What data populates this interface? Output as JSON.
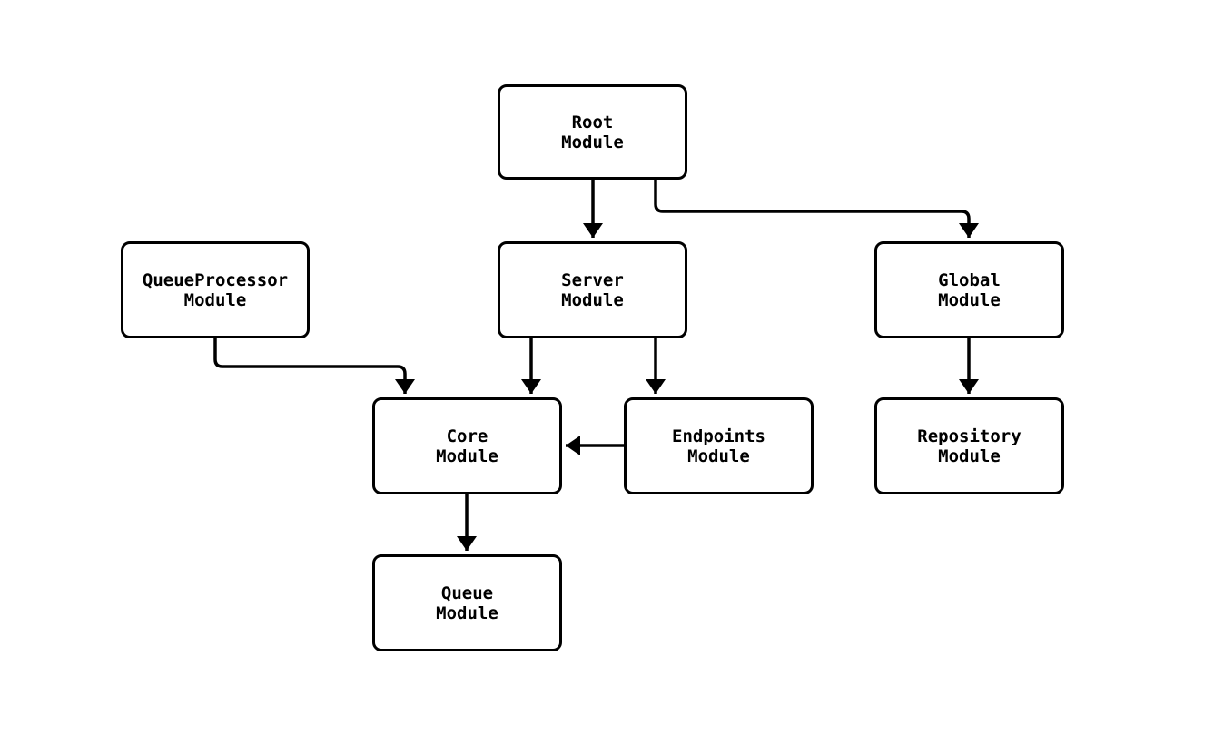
{
  "diagram": {
    "type": "module-dependency-graph",
    "colors": {
      "background": "#ffffff",
      "node_fill": "#ffffff",
      "stroke": "#000000",
      "text": "#000000"
    },
    "nodes": [
      {
        "id": "root",
        "line1": "Root",
        "line2": "Module"
      },
      {
        "id": "queueprocessor",
        "line1": "QueueProcessor",
        "line2": "Module"
      },
      {
        "id": "server",
        "line1": "Server",
        "line2": "Module"
      },
      {
        "id": "global",
        "line1": "Global",
        "line2": "Module"
      },
      {
        "id": "core",
        "line1": "Core",
        "line2": "Module"
      },
      {
        "id": "endpoints",
        "line1": "Endpoints",
        "line2": "Module"
      },
      {
        "id": "repository",
        "line1": "Repository",
        "line2": "Module"
      },
      {
        "id": "queue",
        "line1": "Queue",
        "line2": "Module"
      }
    ],
    "edges": [
      {
        "from": "root",
        "to": "server"
      },
      {
        "from": "root",
        "to": "global"
      },
      {
        "from": "queueprocessor",
        "to": "core"
      },
      {
        "from": "server",
        "to": "core"
      },
      {
        "from": "server",
        "to": "endpoints"
      },
      {
        "from": "endpoints",
        "to": "core"
      },
      {
        "from": "global",
        "to": "repository"
      },
      {
        "from": "core",
        "to": "queue"
      }
    ]
  }
}
